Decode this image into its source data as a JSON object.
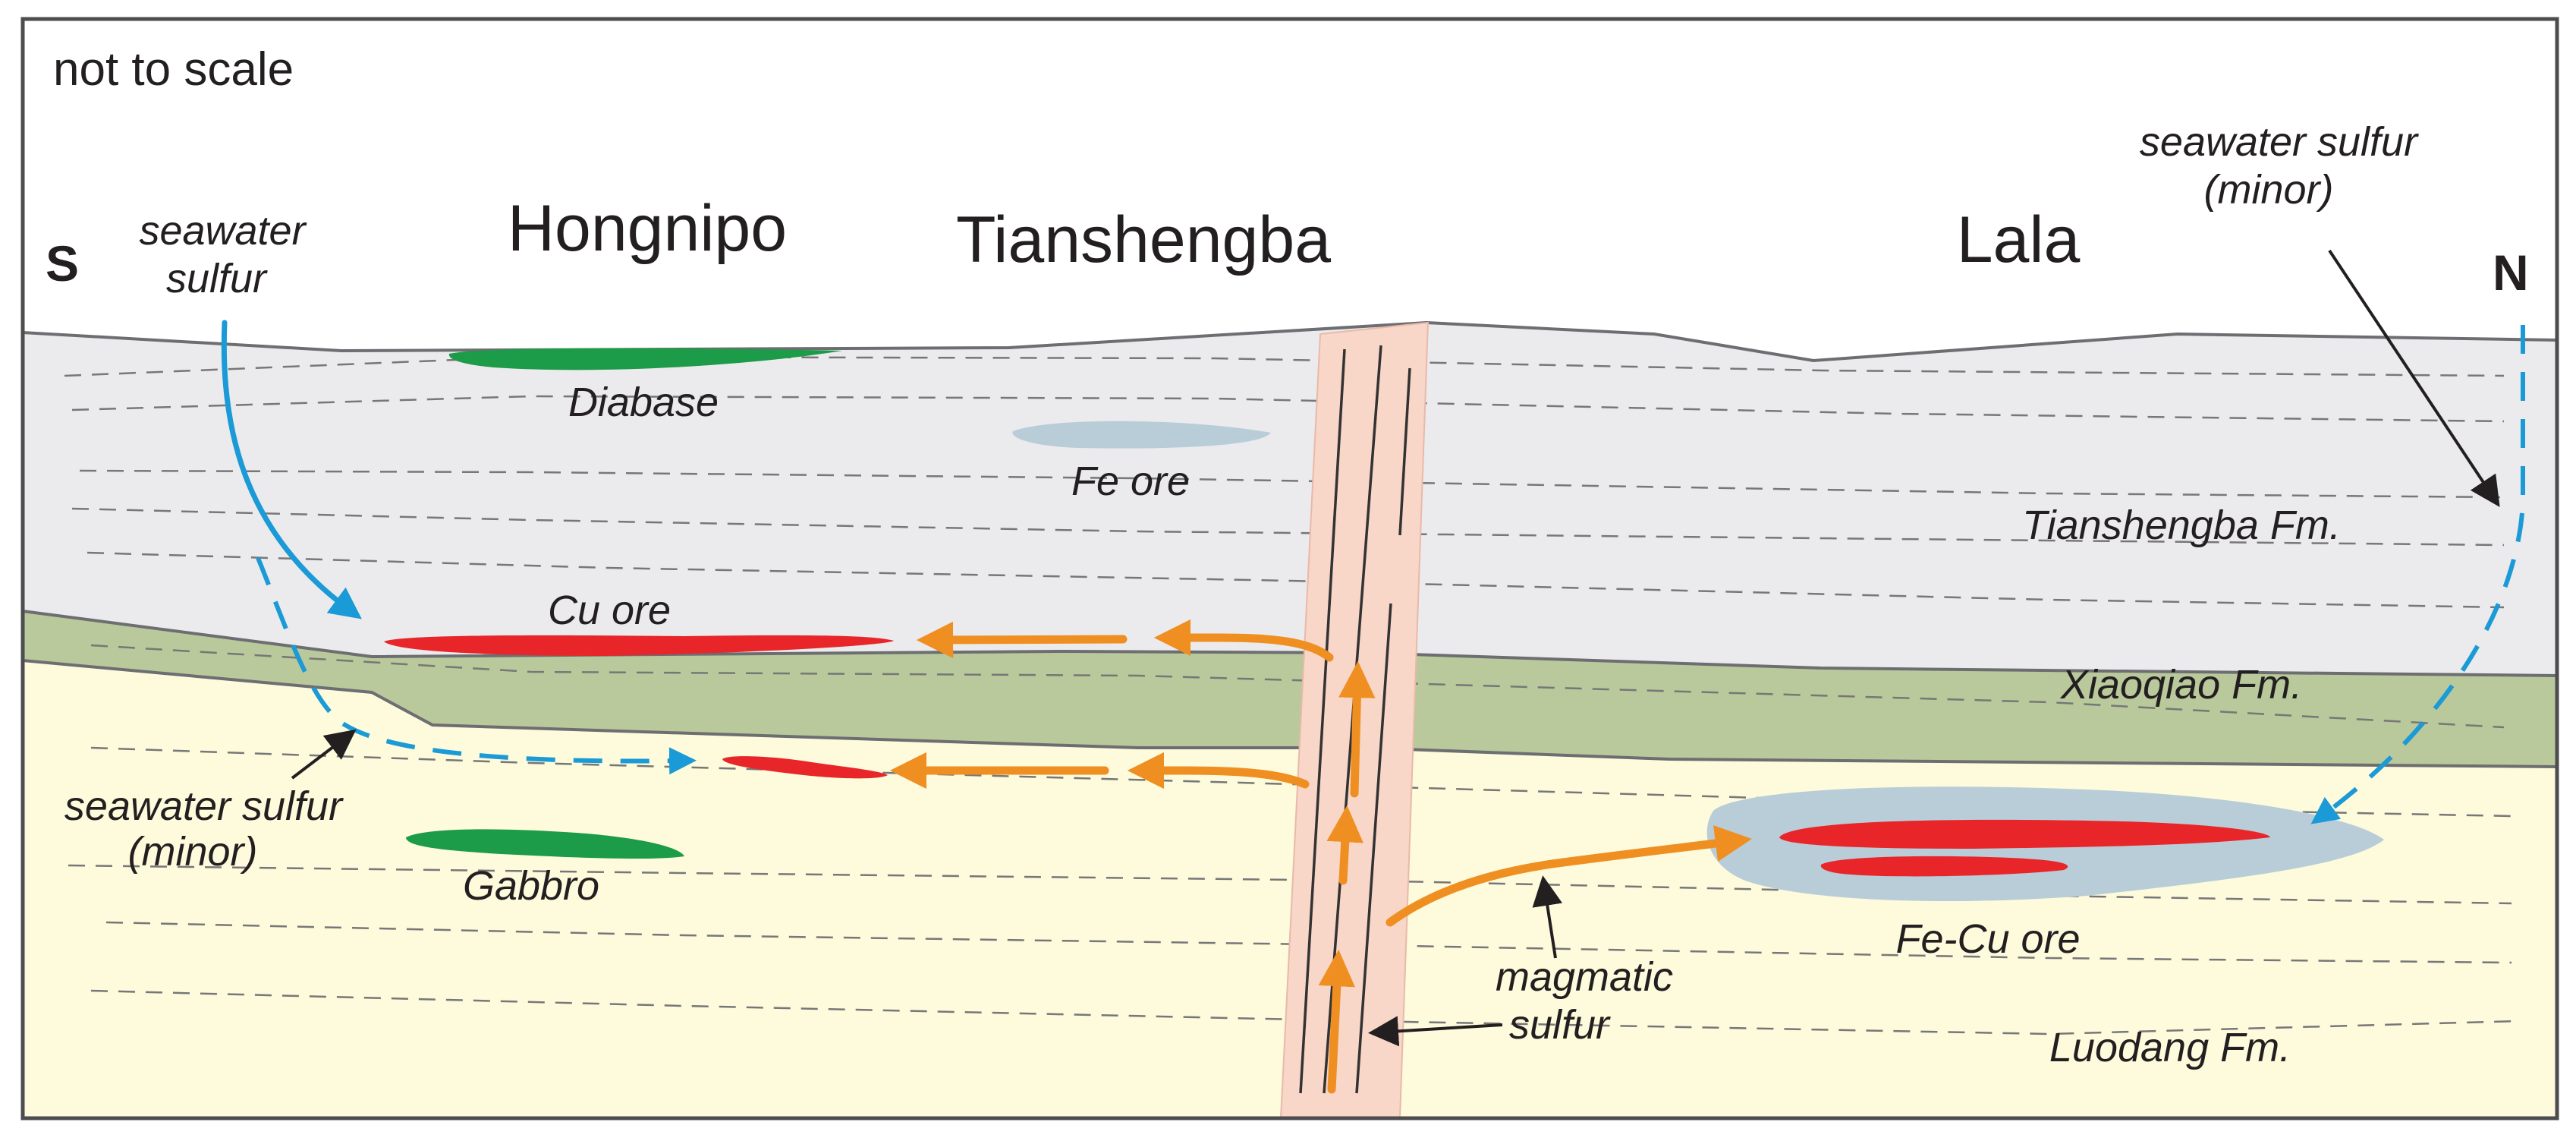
{
  "labels": {
    "scale_note": "not to scale",
    "south": "S",
    "north": "N",
    "hongnipo": "Hongnipo",
    "tianshengba": "Tianshengba",
    "lala": "Lala",
    "seawater_sulfur_left_l1": "seawater",
    "seawater_sulfur_left_l2": "sulfur",
    "seawater_minor_right_l1": "seawater sulfur",
    "seawater_minor_right_l2": "(minor)",
    "seawater_minor_left_l1": "seawater sulfur",
    "seawater_minor_left_l2": "(minor)",
    "diabase": "Diabase",
    "fe_ore": "Fe ore",
    "cu_ore": "Cu ore",
    "gabbro": "Gabbro",
    "fe_cu_ore": "Fe-Cu ore",
    "magmatic_l1": "magmatic",
    "magmatic_l2": "sulfur",
    "tianshengba_fm": "Tianshengba Fm.",
    "xiaoqiao_fm": "Xiaoqiao Fm.",
    "luodang_fm": "Luodang Fm."
  },
  "colors": {
    "tianshengba_fm": "#ebebed",
    "xiaoqiao_fm": "#b9c99b",
    "luodang_fm": "#fdfbdc",
    "intrusion": "#f8d6c8",
    "mafic_body": "#1c9b48",
    "cu_ore": "#e8262a",
    "fe_ore": "#b9cdd9",
    "magmatic_flow": "#ef8f22",
    "seawater_flow": "#1a9ad6"
  }
}
